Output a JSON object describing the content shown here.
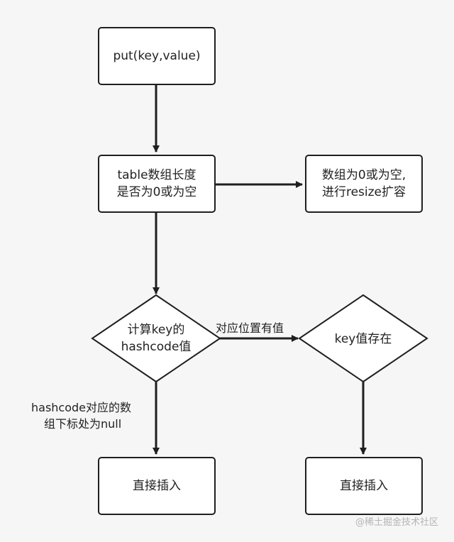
{
  "diagram": {
    "nodes": {
      "put": {
        "lines": [
          "put(key,value)"
        ]
      },
      "check_table": {
        "lines": [
          "table数组长度",
          "是否为0或为空"
        ]
      },
      "resize": {
        "lines": [
          "数组为0或为空,",
          "进行resize扩容"
        ]
      },
      "calc_hash": {
        "lines": [
          "计算key的",
          "hashcode值"
        ]
      },
      "key_exists": {
        "lines": [
          "key值存在"
        ]
      },
      "insert_left": {
        "lines": [
          "直接插入"
        ]
      },
      "insert_right": {
        "lines": [
          "直接插入"
        ]
      }
    },
    "edge_labels": {
      "has_value": "对应位置有值",
      "null_index": [
        "hashcode对应的数",
        "组下标处为null"
      ]
    }
  },
  "watermark": "@稀土掘金技术社区"
}
